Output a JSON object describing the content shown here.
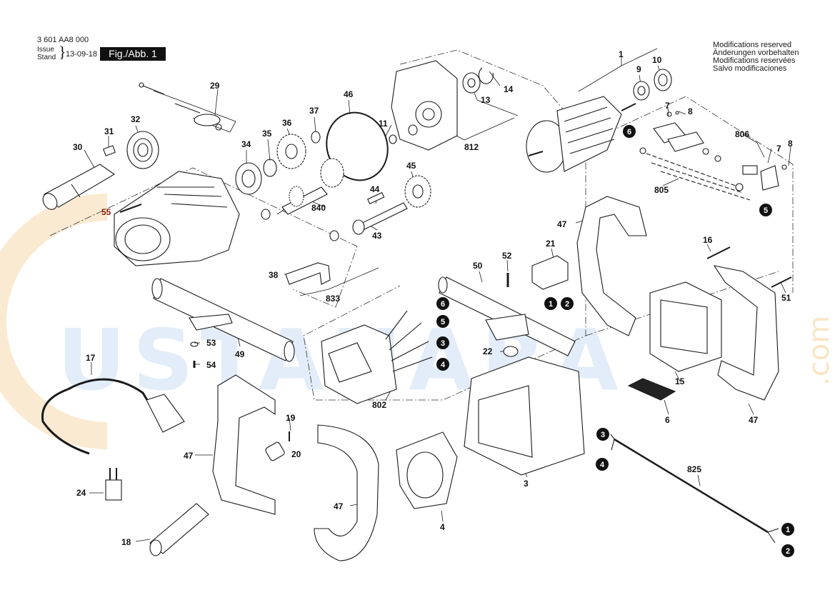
{
  "header": {
    "document_number": "3 601 AA8 000",
    "issue_label": "Issue\nStand",
    "issue_brace": "}",
    "issue_date": "13-09-18",
    "figure_tag": "Fig./Abb. 1"
  },
  "notice": {
    "en": "Modifications reserved",
    "de": "Änderungen vorbehalten",
    "fr": "Modifications reservées",
    "es": "Salvo modificaciones"
  },
  "watermark": {
    "text": "USTAHARA",
    "suffix": ".com"
  },
  "colors": {
    "ink": "#1a1a1a",
    "marker_fill": "#111111",
    "label_red": "#8b2010",
    "watermark_blue": "#4a90d9",
    "watermark_orange": "#e8a030"
  },
  "part_labels": {
    "p1": "1",
    "p3": "3",
    "p4": "4",
    "p6": "6",
    "p7a": "7",
    "p7b": "7",
    "p8a": "8",
    "p8b": "8",
    "p9": "9",
    "p10": "10",
    "p11": "11",
    "p13": "13",
    "p14": "14",
    "p15": "15",
    "p16": "16",
    "p17": "17",
    "p18": "18",
    "p19": "19",
    "p20": "20",
    "p21": "21",
    "p22": "22",
    "p24": "24",
    "p29": "29",
    "p30": "30",
    "p31": "31",
    "p32": "32",
    "p34": "34",
    "p35": "35",
    "p36": "36",
    "p37": "37",
    "p38": "38",
    "p43": "43",
    "p44": "44",
    "p45": "45",
    "p46": "46",
    "p47a": "47",
    "p47b": "47",
    "p47c": "47",
    "p47d": "47",
    "p49": "49",
    "p50": "50",
    "p51": "51",
    "p52": "52",
    "p53": "53",
    "p54": "54",
    "p55": "55",
    "p802": "802",
    "p805": "805",
    "p806": "806",
    "p812": "812",
    "p825": "825",
    "p833": "833",
    "p840": "840"
  },
  "wire_markers": {
    "m6_brush": "6",
    "m5_brush": "5",
    "m1_switch": "1",
    "m2_switch": "2",
    "m6_field": "6",
    "m5_field": "5",
    "m3_field": "3",
    "m4_field": "4",
    "m3_cable": "3",
    "m4_cable": "4",
    "m1_cable": "1",
    "m2_cable": "2"
  }
}
